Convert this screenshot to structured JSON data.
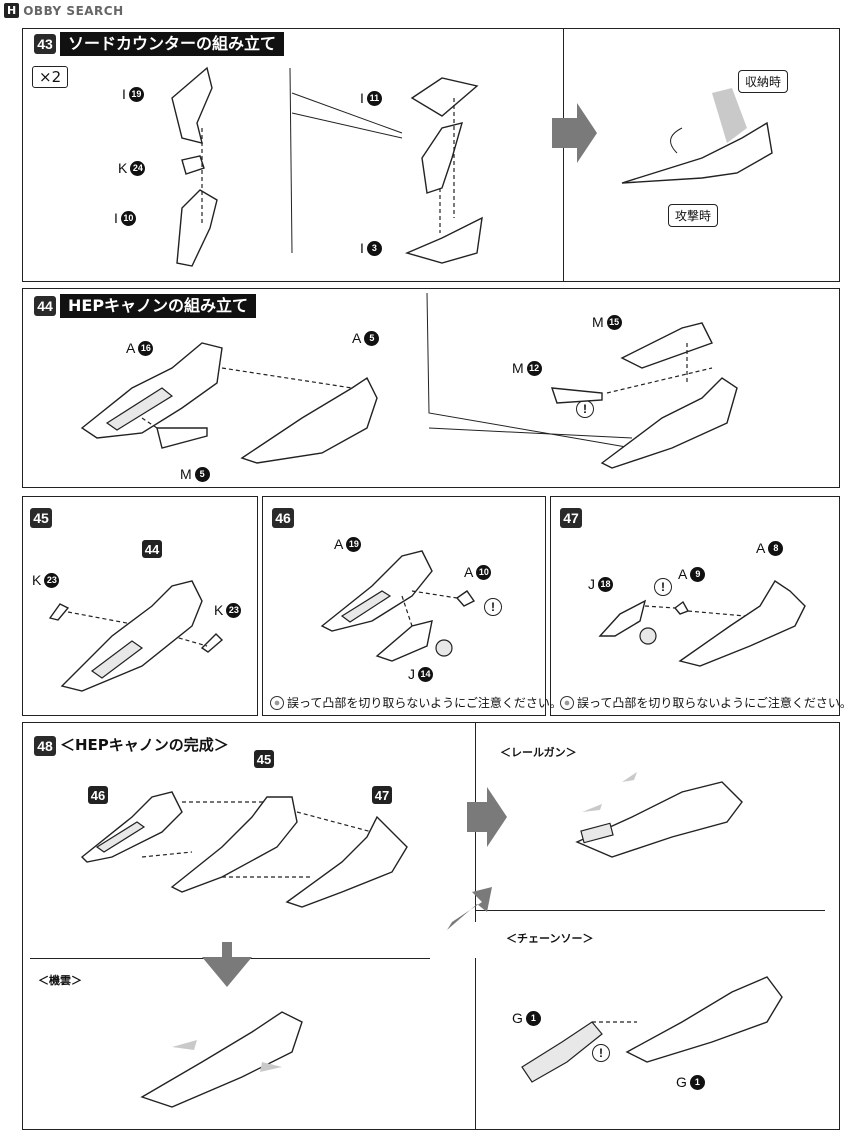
{
  "watermark": {
    "logo": "H",
    "text": "OBBY SEARCH"
  },
  "step43": {
    "num": "43",
    "title": "ソードカウンターの組み立て",
    "qty": "×2",
    "parts": [
      {
        "letter": "I",
        "num": "19"
      },
      {
        "letter": "K",
        "num": "24"
      },
      {
        "letter": "I",
        "num": "10"
      },
      {
        "letter": "I",
        "num": "11"
      },
      {
        "letter": "I",
        "num": "3"
      }
    ],
    "bubble_stowed": "収納時",
    "bubble_attack": "攻撃時"
  },
  "step44": {
    "num": "44",
    "title": "HEPキャノンの組み立て",
    "parts": [
      {
        "letter": "A",
        "num": "16"
      },
      {
        "letter": "A",
        "num": "5"
      },
      {
        "letter": "M",
        "num": "5"
      },
      {
        "letter": "M",
        "num": "15"
      },
      {
        "letter": "M",
        "num": "12"
      }
    ],
    "warn": "!"
  },
  "step45": {
    "num": "45",
    "ref": "44",
    "parts": [
      {
        "letter": "K",
        "num": "23"
      },
      {
        "letter": "K",
        "num": "23"
      }
    ]
  },
  "step46": {
    "num": "46",
    "parts": [
      {
        "letter": "A",
        "num": "19"
      },
      {
        "letter": "A",
        "num": "10"
      },
      {
        "letter": "J",
        "num": "14"
      }
    ],
    "caution": "誤って凸部を切り取らないようにご注意ください。"
  },
  "step47": {
    "num": "47",
    "parts": [
      {
        "letter": "A",
        "num": "8"
      },
      {
        "letter": "J",
        "num": "18"
      },
      {
        "letter": "A",
        "num": "9"
      }
    ],
    "caution": "誤って凸部を切り取らないようにご注意ください。"
  },
  "step48": {
    "num": "48",
    "title": "＜HEPキャノンの完成＞",
    "refs": [
      "46",
      "45",
      "47"
    ],
    "mode_railgun": "＜レールガン＞",
    "mode_chainsaw": "＜チェーンソー＞",
    "mode_kiun": "＜機雲＞",
    "parts": [
      {
        "letter": "G",
        "num": "1"
      },
      {
        "letter": "G",
        "num": "1"
      }
    ]
  }
}
